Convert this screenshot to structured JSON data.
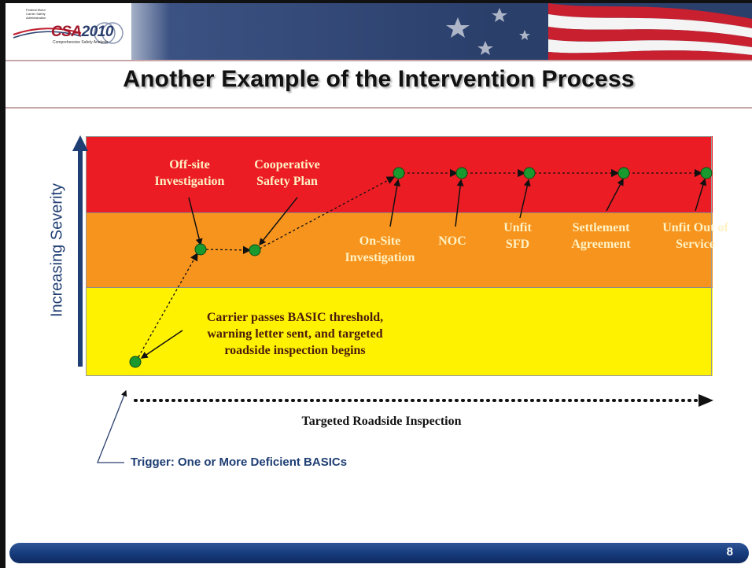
{
  "logo": {
    "small_lines": [
      "Federal Motor",
      "Carrier Safety",
      "Administration"
    ],
    "brand_prefix": "CSA",
    "brand_year": "2010",
    "tagline": "Comprehensive Safety Analysis"
  },
  "slide_title": "Another Example of the Intervention Process",
  "axis": {
    "severity_label": "Increasing Severity"
  },
  "bands": {
    "colors": {
      "red": "#ec1c24",
      "orange": "#f7941d",
      "yellow": "#fff200"
    }
  },
  "labels": {
    "offsite": [
      "Off-site",
      "Investigation"
    ],
    "cooperative": [
      "Cooperative",
      "Safety Plan"
    ],
    "onsite": [
      "On-Site",
      "Investigation"
    ],
    "noc": "NOC",
    "unfit_sfd": [
      "Unfit",
      "SFD"
    ],
    "settlement": [
      "Settlement",
      "Agreement"
    ],
    "unfit_oos": [
      "Unfit Out of",
      "Service"
    ],
    "carrier": [
      "Carrier passes BASIC threshold,",
      "warning letter sent, and targeted",
      "roadside inspection begins"
    ]
  },
  "timeline": {
    "label": "Targeted Roadside Inspection"
  },
  "trigger": "Trigger:  One or More Deficient BASICs",
  "footer": {
    "page_number": "8"
  },
  "colors": {
    "title_text": "#111111",
    "node_fill": "#1a9a2e",
    "navy": "#1f3e73"
  }
}
